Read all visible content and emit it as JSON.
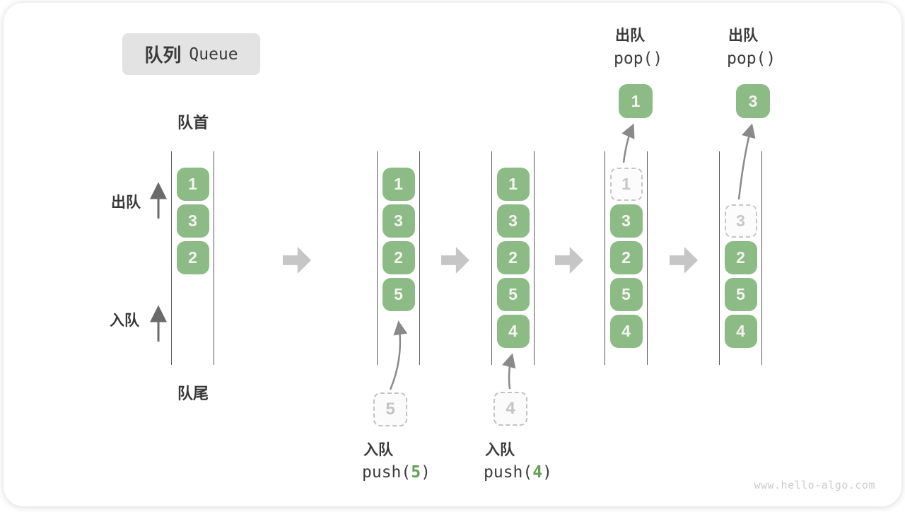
{
  "title": {
    "zh": "队列",
    "en": "Queue"
  },
  "anchors": {
    "front": "队首",
    "rear": "队尾",
    "dequeue_side": "出队",
    "enqueue_side": "入队"
  },
  "states": [
    {
      "cells": [
        {
          "value": "1",
          "style": "filled"
        },
        {
          "value": "3",
          "style": "filled"
        },
        {
          "value": "2",
          "style": "filled"
        }
      ]
    },
    {
      "cells": [
        {
          "value": "1",
          "style": "filled"
        },
        {
          "value": "3",
          "style": "filled"
        },
        {
          "value": "2",
          "style": "filled"
        },
        {
          "value": "5",
          "style": "filled"
        }
      ],
      "staging": {
        "value": "5"
      },
      "operation": {
        "label": "入队",
        "code_prefix": "push(",
        "arg": "5",
        "code_suffix": ")"
      }
    },
    {
      "cells": [
        {
          "value": "1",
          "style": "filled"
        },
        {
          "value": "3",
          "style": "filled"
        },
        {
          "value": "2",
          "style": "filled"
        },
        {
          "value": "5",
          "style": "filled"
        },
        {
          "value": "4",
          "style": "filled"
        }
      ],
      "staging": {
        "value": "4"
      },
      "operation": {
        "label": "入队",
        "code_prefix": "push(",
        "arg": "4",
        "code_suffix": ")"
      }
    },
    {
      "cells": [
        {
          "value": "1",
          "style": "ghost"
        },
        {
          "value": "3",
          "style": "filled"
        },
        {
          "value": "2",
          "style": "filled"
        },
        {
          "value": "5",
          "style": "filled"
        },
        {
          "value": "4",
          "style": "filled"
        }
      ],
      "popped": {
        "value": "1"
      },
      "operation": {
        "label": "出队",
        "code": "pop()"
      }
    },
    {
      "cells": [
        {
          "value": "3",
          "style": "ghost"
        },
        {
          "value": "2",
          "style": "filled"
        },
        {
          "value": "5",
          "style": "filled"
        },
        {
          "value": "4",
          "style": "filled"
        }
      ],
      "popped": {
        "value": "3"
      },
      "operation": {
        "label": "出队",
        "code": "pop()"
      }
    }
  ],
  "watermark": "www.hello-algo.com",
  "colors": {
    "cell_green": "#8cbb86",
    "code_arg_green": "#5fa055",
    "ghost_gray": "#c6c6c6",
    "flow_arrow_gray": "#c6c6c6",
    "column_line": "#585858",
    "title_badge_bg": "#e3e3e3"
  }
}
